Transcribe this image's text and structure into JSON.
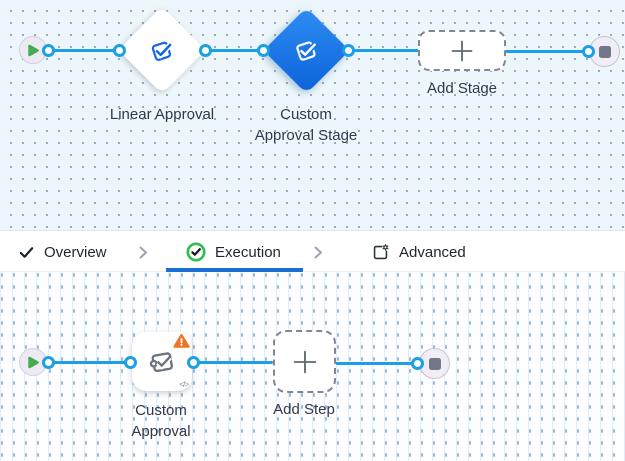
{
  "colors": {
    "edge_blue": "#1b9fe8",
    "selected_node_blue": "#1474e4",
    "active_tab_underline": "#1a6fd4",
    "warning_orange": "#ed7524",
    "success_green": "#2fbf4f",
    "play_green": "#46aa4e",
    "stage_canvas_bg": "#edf6fa",
    "step_canvas_bg": "#fdfeff"
  },
  "stage_canvas": {
    "nodes": {
      "start": {
        "icon": "play-icon"
      },
      "linear_approval": {
        "label": "Linear Approval",
        "icon": "approval-check-icon",
        "selected": false
      },
      "custom_approval_stage": {
        "label_line1": "Custom",
        "label_line2": "Approval Stage",
        "icon": "approval-check-icon",
        "selected": true
      },
      "add_stage": {
        "label": "Add Stage",
        "icon": "plus-icon"
      },
      "end": {
        "icon": "stop-icon"
      }
    }
  },
  "tab_bar": {
    "tabs": [
      {
        "label": "Overview",
        "icon": "check-icon",
        "active": false
      },
      {
        "label": "Execution",
        "icon": "check-circle-icon",
        "active": true
      },
      {
        "label": "Advanced",
        "icon": "settings-box-icon",
        "active": false
      }
    ]
  },
  "step_canvas": {
    "nodes": {
      "start": {
        "icon": "play-icon"
      },
      "custom_approval": {
        "label_line1": "Custom",
        "label_line2": "Approval",
        "icon": "stamp-check-icon",
        "has_warning": true,
        "warning_icon": "warning-icon",
        "corner_glyph": "</>"
      },
      "add_step": {
        "label": "Add Step",
        "icon": "plus-icon"
      },
      "end": {
        "icon": "stop-icon"
      }
    }
  }
}
